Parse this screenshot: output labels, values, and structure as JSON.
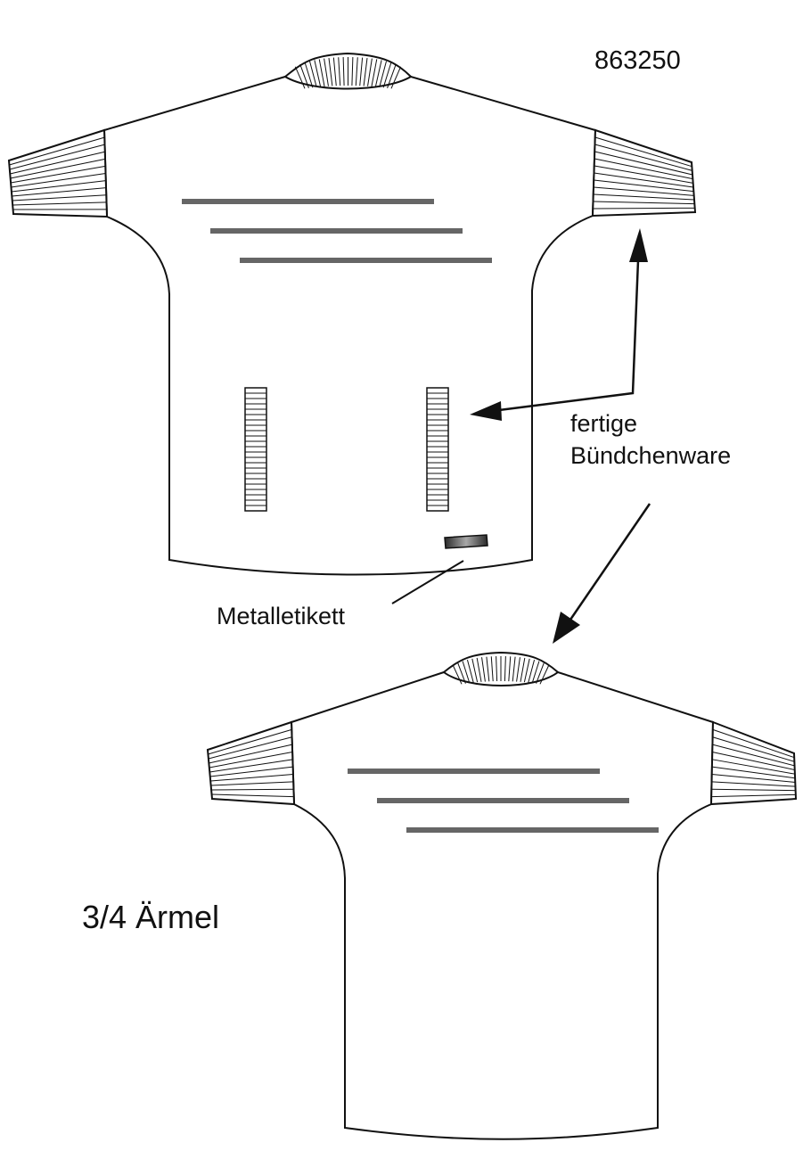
{
  "article_number": "863250",
  "labels": {
    "ribbing_line1": "fertige",
    "ribbing_line2": "Bündchenware",
    "metal_tag": "Metalletikett",
    "sleeve_variant": "3/4 Ärmel"
  },
  "colors": {
    "outline": "#111111",
    "stripe": "#666666",
    "background": "#ffffff"
  }
}
